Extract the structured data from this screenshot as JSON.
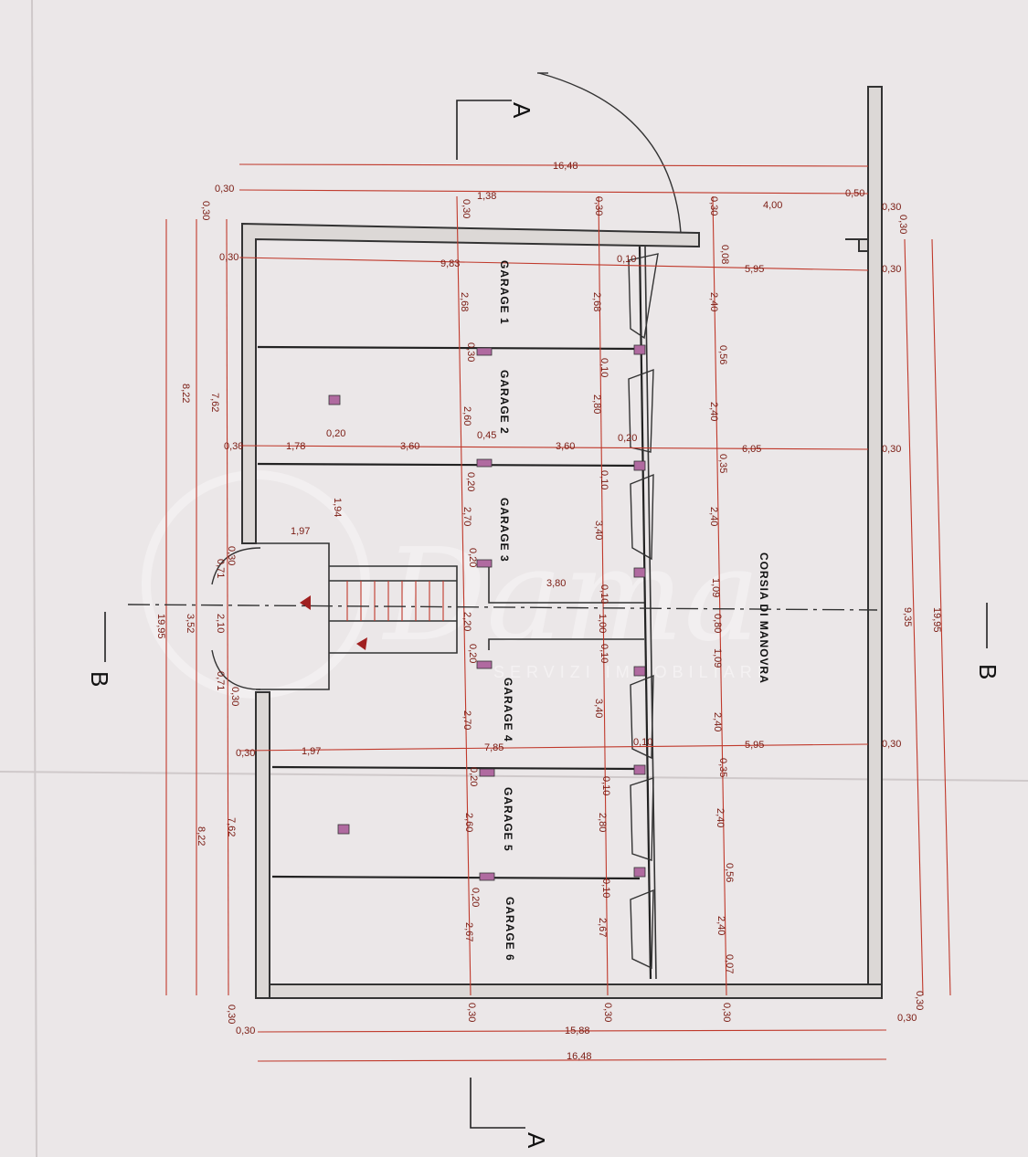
{
  "sections": {
    "a_top": "A",
    "a_bottom": "A",
    "b_left": "B",
    "b_right": "B"
  },
  "rooms": {
    "garage1": "GARAGE 1",
    "garage2": "GARAGE 2",
    "garage3": "GARAGE 3",
    "garage4": "GARAGE 4",
    "garage5": "GARAGE 5",
    "garage6": "GARAGE 6",
    "corsia": "CORSIA DI MANOVRA"
  },
  "watermark": {
    "logo": "Dama",
    "subtitle": "SERVIZI IMMOBILIARI"
  },
  "dimensions": {
    "top_total": "16,48",
    "top_030_left": "0,30",
    "top_138": "1,38",
    "top_030a": "0,30",
    "top_030b": "0,30",
    "top_030c": "0,30",
    "top_400": "4,00",
    "top_050": "0,50",
    "top_030_right": "0,30",
    "top_030_right2": "0,30",
    "left_030_top": "0,30",
    "left_030_row1": "0,30",
    "row1_983": "9,83",
    "row1_010": "0,10",
    "row1_008": "0,08",
    "row1_595": "5,95",
    "row1_030r": "0,30",
    "g1_268a": "2,68",
    "g1_268b": "2,68",
    "g1_240": "2,40",
    "d_030": "0,30",
    "d_010": "0,10",
    "d_056": "0,56",
    "g2_260": "2,60",
    "g2_280": "2,80",
    "g2_240": "2,40",
    "h_020": "0,20",
    "h_045": "0,45",
    "h_020b": "0,20",
    "row2_030l": "0,30",
    "row2_178": "1,78",
    "row2_360a": "3,60",
    "row2_360b": "3,60",
    "row2_605": "6,05",
    "row2_030r": "0,30",
    "d_020c": "0,20",
    "d_010c": "0,10",
    "d_035": "0,35",
    "s_194": "1,94",
    "s_197": "1,97",
    "g3_270": "2,70",
    "g3_340": "3,40",
    "g3_240": "2,40",
    "s_030a": "0,30",
    "s_071a": "0,71",
    "d_020d": "0,20",
    "s_380": "3,80",
    "m_109a": "1,09",
    "m_010": "0,10",
    "m_210": "2,10",
    "m_220": "2,20",
    "m_100": "1,00",
    "m_080": "0,80",
    "m_352": "3,52",
    "m_020": "0,20",
    "m_010b": "0,10",
    "m_109b": "1,09",
    "s_071b": "0,71",
    "s_030b": "0,30",
    "g4_270": "2,70",
    "g4_340": "3,40",
    "g4_240": "2,40",
    "row3_030l": "0,30",
    "row3_197": "1,97",
    "row3_785": "7,85",
    "row3_010": "0,10",
    "row3_595": "5,95",
    "row3_030r": "0,30",
    "d_020e": "0,20",
    "d_010e": "0,10",
    "d_035b": "0,35",
    "g5_260": "2,60",
    "g5_280": "2,80",
    "g5_240": "2,40",
    "d_020f": "0,20",
    "d_010f": "0,10",
    "d_056b": "0,56",
    "g6_267a": "2,67",
    "g6_267b": "2,67",
    "g6_240": "2,40",
    "g6_007": "0,07",
    "left_762a": "7,62",
    "left_822a": "8,22",
    "left_995": "19,95",
    "left_762b": "7,62",
    "left_822b": "8,22",
    "right_935": "9,35",
    "right_1995": "19,95",
    "bot_030l": "0,30",
    "bot_030l2": "0,30",
    "bot_030a": "0,30",
    "bot_030b": "0,30",
    "bot_030c": "0,30",
    "bot_1588": "15,88",
    "bot_030r": "0,30",
    "bot_030r2": "0,30",
    "bot_total": "16,48"
  }
}
